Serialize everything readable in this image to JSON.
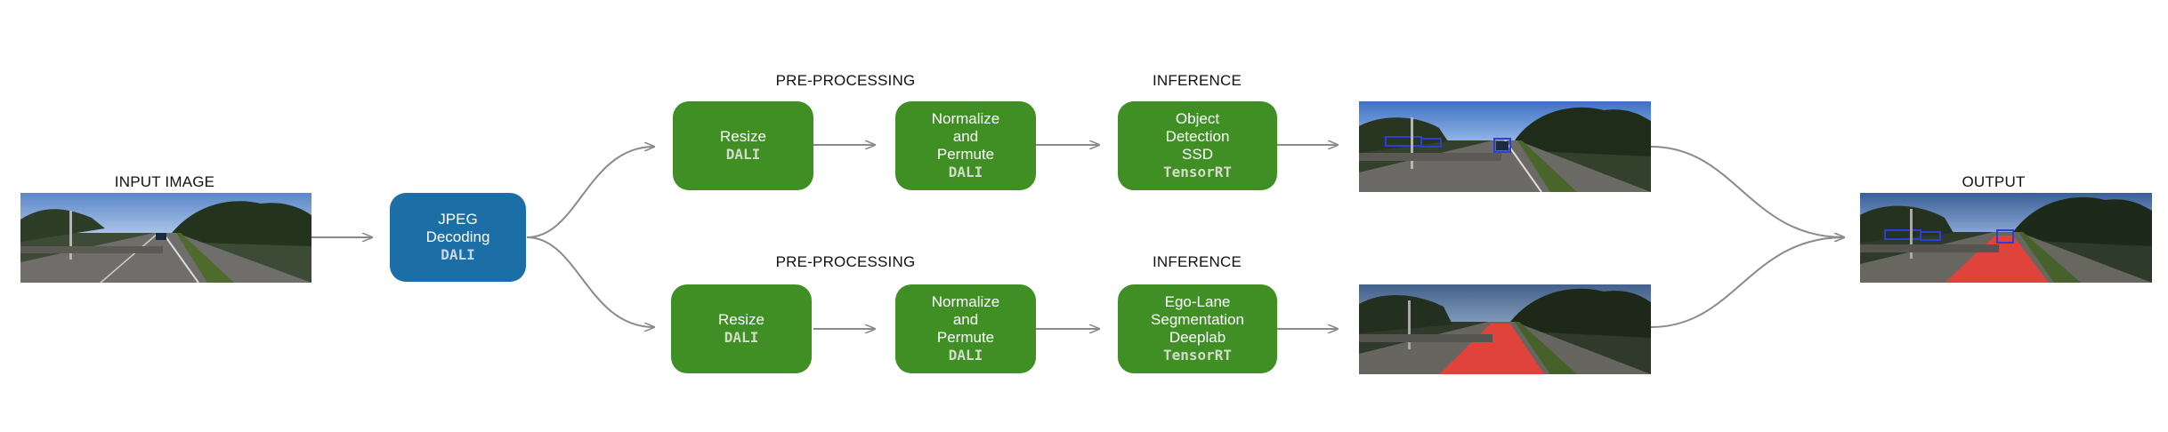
{
  "labels": {
    "input_image": "INPUT IMAGE",
    "output": "OUTPUT",
    "preprocessing_top": "PRE-PROCESSING",
    "preprocessing_bottom": "PRE-PROCESSING",
    "inference_top": "INFERENCE",
    "inference_bottom": "INFERENCE"
  },
  "decode": {
    "lines": [
      "JPEG",
      "Decoding"
    ],
    "tech": "DALI"
  },
  "top": {
    "resize": {
      "lines": [
        "Resize"
      ],
      "tech": "DALI"
    },
    "normalize": {
      "lines": [
        "Normalize",
        "and",
        "Permute"
      ],
      "tech": "DALI"
    },
    "model": {
      "lines": [
        "Object",
        "Detection",
        "SSD"
      ],
      "tech": "TensorRT"
    }
  },
  "bottom": {
    "resize": {
      "lines": [
        "Resize"
      ],
      "tech": "DALI"
    },
    "normalize": {
      "lines": [
        "Normalize",
        "and",
        "Permute"
      ],
      "tech": "DALI"
    },
    "model": {
      "lines": [
        "Ego-Lane",
        "Segmentation",
        "Deeplab"
      ],
      "tech": "TensorRT"
    }
  },
  "colors": {
    "decode_blue": "#1c6fa6",
    "stage_green": "#3f8f24",
    "arrow_gray": "#8a8a8a",
    "lane_overlay_red": "#e0433b",
    "detection_box_blue": "#2a3fd6"
  }
}
